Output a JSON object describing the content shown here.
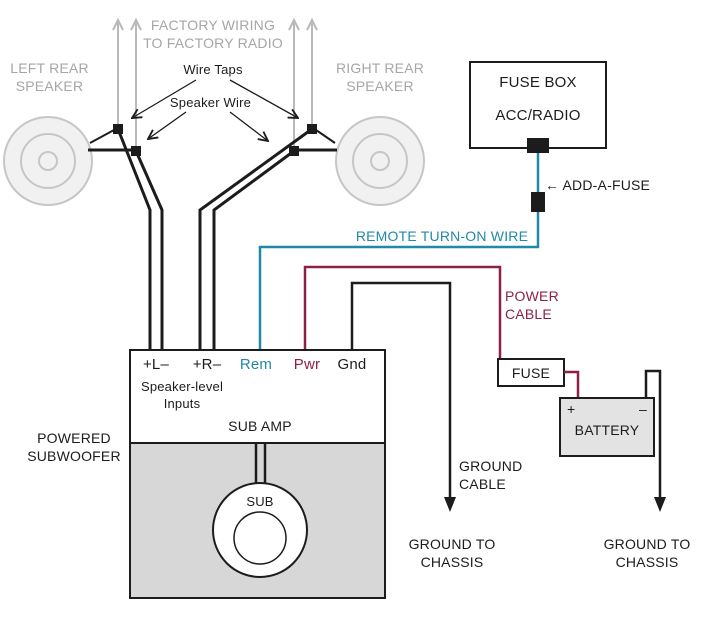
{
  "colors": {
    "teal": "#2089a8",
    "maroon": "#8e2044",
    "gray": "#a6a6a6",
    "wire": "#1c1c1c"
  },
  "diagram": {
    "factory_wiring": {
      "line1": "FACTORY WIRING",
      "line2": "TO FACTORY RADIO"
    },
    "speakers": {
      "left": {
        "line1": "LEFT REAR",
        "line2": "SPEAKER"
      },
      "right": {
        "line1": "RIGHT REAR",
        "line2": "SPEAKER"
      }
    },
    "annotations": {
      "wire_taps": "Wire Taps",
      "speaker_wire": "Speaker Wire"
    },
    "fuse_box": {
      "title": "FUSE BOX",
      "circuit": "ACC/RADIO",
      "add_a_fuse": "← ADD-A-FUSE"
    },
    "wires": {
      "remote": "REMOTE TURN-ON WIRE",
      "power": {
        "line1": "POWER",
        "line2": "CABLE"
      },
      "ground": {
        "line1": "GROUND",
        "line2": "CABLE"
      }
    },
    "amplifier": {
      "terminals": {
        "left": "+L–",
        "right": "+R–",
        "remote": "Rem",
        "power": "Pwr",
        "ground": "Gnd"
      },
      "inputs": {
        "line1": "Speaker-level",
        "line2": "Inputs"
      },
      "name": "SUB AMP"
    },
    "subwoofer": {
      "label": {
        "line1": "POWERED",
        "line2": "SUBWOOFER"
      },
      "driver": "SUB"
    },
    "power_side": {
      "fuse": "FUSE",
      "battery": "BATTERY",
      "plus": "+",
      "minus": "–"
    },
    "grounds": {
      "amp": {
        "line1": "GROUND TO",
        "line2": "CHASSIS"
      },
      "battery": {
        "line1": "GROUND TO",
        "line2": "CHASSIS"
      }
    }
  }
}
